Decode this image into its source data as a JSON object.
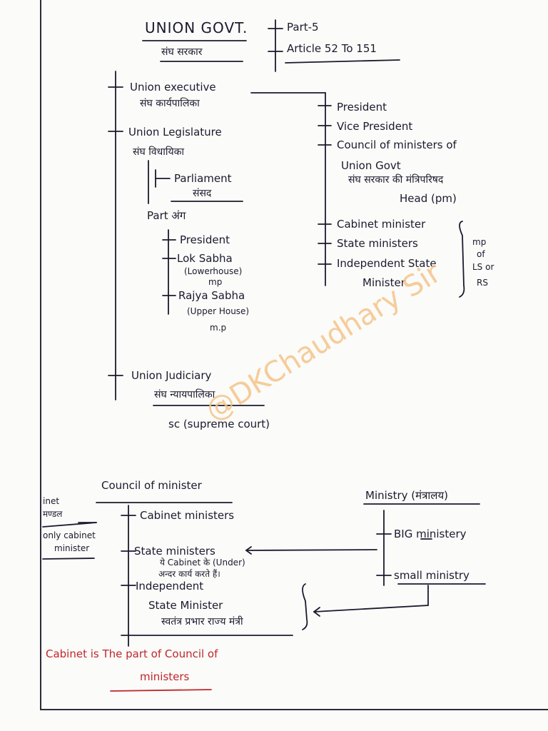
{
  "header": {
    "title": "UNION GOVT.",
    "title_hindi": "संघ सरकार",
    "part": "Part-5",
    "article": "Article 52 To 151"
  },
  "executive": {
    "label": "Union executive",
    "hindi": "संघ कार्यपालिका",
    "items": [
      "President",
      "Vice President",
      "Council of ministers of"
    ],
    "council_line2": "Union Govt",
    "council_hindi": "संघ सरकार की मंत्रिपरिषद",
    "head": "Head (pm)",
    "ministers": [
      "Cabinet minister",
      "State ministers",
      "Independent State"
    ],
    "minister_cont": "Minister",
    "mp_note": [
      "mp",
      "of",
      "LS or",
      "RS"
    ]
  },
  "legislature": {
    "label": "Union Legislature",
    "hindi": "संघ विधायिका",
    "parliament": "Parliament",
    "parliament_hindi": "संसद",
    "part_label": "Part अंग",
    "parts": [
      "President",
      "Lok Sabha",
      "Rajya Sabha"
    ],
    "lok_note": "(Lowerhouse)",
    "lok_mp": "mp",
    "rajya_note": "(Upper House)",
    "rajya_mp": "m.p"
  },
  "judiciary": {
    "label": "Union Judiciary",
    "hindi": "संघ न्यायपालिका",
    "sc": "sc (supreme court)"
  },
  "watermark": "@DKChaudhary Sir",
  "council": {
    "title": "Council of minister",
    "items": [
      "Cabinet ministers",
      "State ministers",
      "Independent"
    ],
    "state_note1": "ये Cabinet के (Under)",
    "state_note2": "अन्दर कार्य करते हैं।",
    "independent_line2": "State Minister",
    "independent_hindi": "स्वतंत्र प्रभार राज्य मंत्री",
    "left_note": [
      "inet",
      "मण्डल",
      "only cabinet",
      "minister"
    ]
  },
  "ministry": {
    "title": "Ministry (मंत्रालय)",
    "items": [
      "BIG ministery",
      "small ministry"
    ]
  },
  "footnote": {
    "line1": "Cabinet is The part of Council of",
    "line2": "ministers"
  }
}
